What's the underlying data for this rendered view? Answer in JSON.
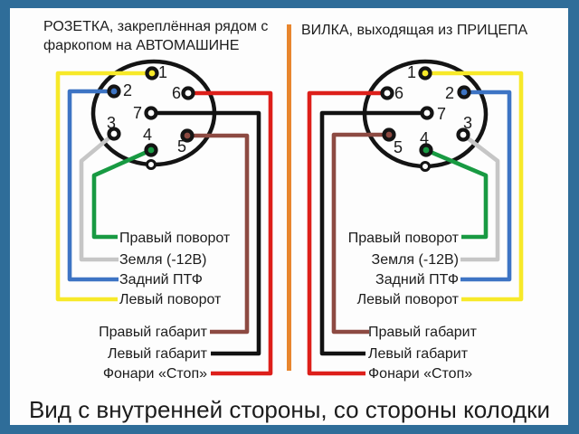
{
  "colors": {
    "frame_blue": "#2f6d99",
    "canvas_white": "#fdfdfd",
    "divider_orange": "#e8862e",
    "wire_yellow": "#f7e929",
    "wire_blue": "#3d74c4",
    "wire_gray": "#c6c6c6",
    "wire_green": "#189a42",
    "wire_brown": "#8d4a42",
    "wire_black": "#121212",
    "wire_red": "#dd1f1a",
    "pin_white": "#ffffff"
  },
  "titles": {
    "socket_line1": "РОЗЕТКА, закреплённая рядом с",
    "socket_line2": "фаркопом на АВТОМАШИНЕ",
    "plug": "ВИЛКА, выходящая из ПРИЦЕПА"
  },
  "pin_numbers": {
    "n1": "1",
    "n2": "2",
    "n3": "3",
    "n4": "4",
    "n5": "5",
    "n6": "6",
    "n7": "7"
  },
  "wire_labels": {
    "right_turn": "Правый поворот",
    "ground": "Земля (-12В)",
    "rear_fog": "Задний ПТФ",
    "left_turn": "Левый поворот",
    "right_marker": "Правый габарит",
    "left_marker": "Левый габарит",
    "stop_lights": "Фонари «Стоп»"
  },
  "caption": "Вид с внутренней стороны, со стороны колодки"
}
